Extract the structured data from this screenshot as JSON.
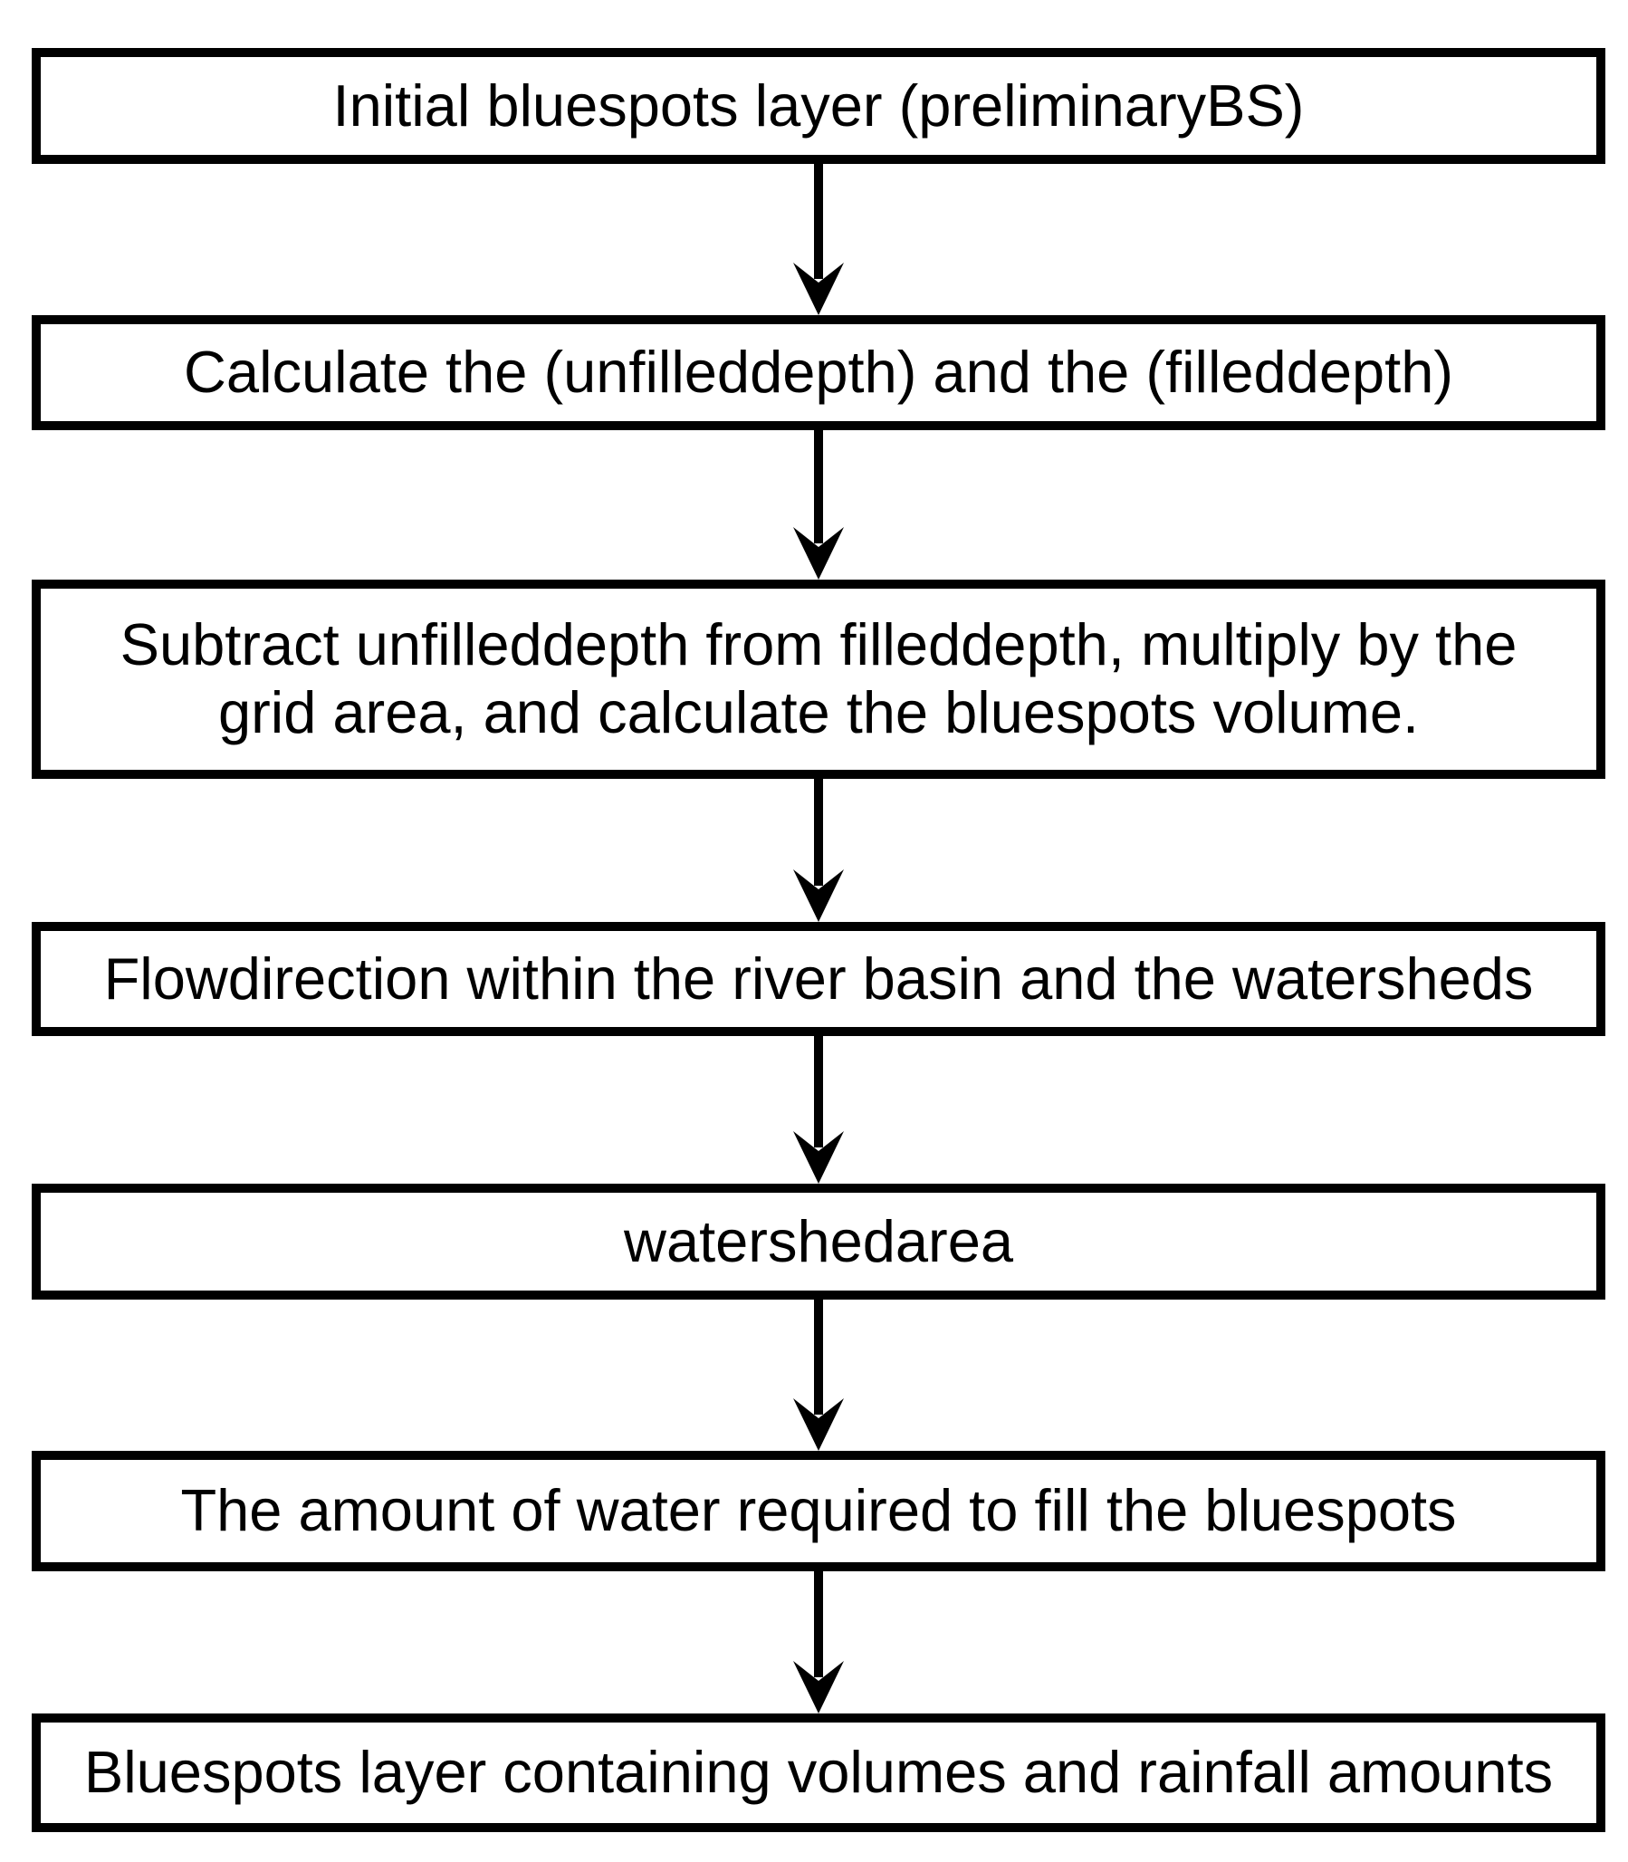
{
  "diagram": {
    "type": "flowchart",
    "direction": "top-to-bottom",
    "colors": {
      "background": "#ffffff",
      "box_fill": "#ffffff",
      "box_border": "#000000",
      "text": "#000000",
      "arrow": "#000000"
    },
    "boxes": [
      {
        "id": 1,
        "text": "Initial bluespots layer (preliminaryBS)"
      },
      {
        "id": 2,
        "text": "Calculate the (unfilleddepth) and the (filleddepth)"
      },
      {
        "id": 3,
        "text": "Subtract unfilleddepth from filleddepth, multiply by the\ngrid area, and calculate the bluespots volume."
      },
      {
        "id": 4,
        "text": "Flowdirection within the river basin and the watersheds"
      },
      {
        "id": 5,
        "text": "watershedarea"
      },
      {
        "id": 6,
        "text": "The amount of water required to fill the bluespots"
      },
      {
        "id": 7,
        "text": "Bluespots layer containing volumes and rainfall amounts"
      }
    ],
    "connections": [
      {
        "from": 1,
        "to": 2
      },
      {
        "from": 2,
        "to": 3
      },
      {
        "from": 3,
        "to": 4
      },
      {
        "from": 4,
        "to": 5
      },
      {
        "from": 5,
        "to": 6
      },
      {
        "from": 6,
        "to": 7
      }
    ]
  }
}
